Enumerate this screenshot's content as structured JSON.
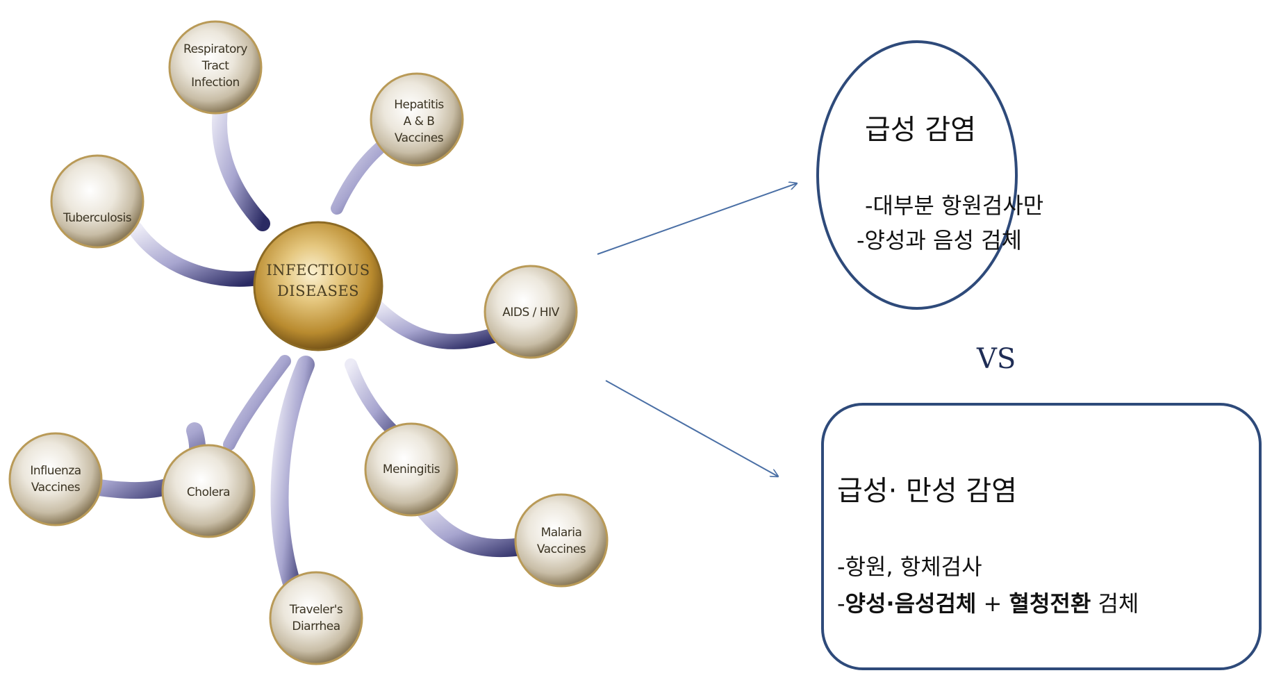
{
  "diagram": {
    "center": {
      "line1": "INFECTIOUS",
      "line2": "DISEASES"
    },
    "nodes": {
      "respiratory": {
        "line1": "Respiratory",
        "line2": "Tract",
        "line3": "Infection"
      },
      "hepatitis": {
        "line1": "Hepatitis",
        "line2": "A & B",
        "line3": "Vaccines"
      },
      "tuberculosis": {
        "line1": "Tuberculosis"
      },
      "aids": {
        "line1": "AIDS / HIV"
      },
      "influenza": {
        "line1": "Influenza",
        "line2": "Vaccines"
      },
      "cholera": {
        "line1": "Cholera"
      },
      "meningitis": {
        "line1": "Meningitis"
      },
      "malaria": {
        "line1": "Malaria",
        "line2": "Vaccines"
      },
      "travelers": {
        "line1": "Traveler's",
        "line2": "Diarrhea"
      }
    }
  },
  "acute": {
    "title": "급성 감염",
    "line1": "-대부분 항원검사만",
    "line2": "-양성과 음성 검체"
  },
  "vs": "VS",
  "chronic": {
    "title": "급성· 만성 감염",
    "line1": "-항원, 항체검사",
    "line2_prefix": "-",
    "line2_bold1": "양성·음성검체",
    "line2_plus": " + ",
    "line2_bold2": "혈청전환",
    "line2_suffix": " 검체"
  },
  "colors": {
    "outline": "#2e4a7a",
    "arrow": "#4a6fa5",
    "tube_dark": "#2a2a63",
    "bubble_gold": "#c9a45c"
  }
}
